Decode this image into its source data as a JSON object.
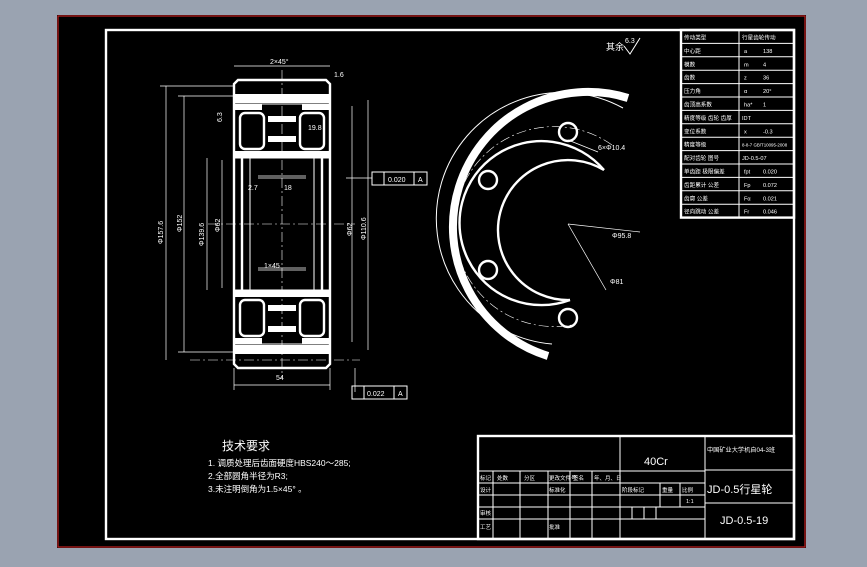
{
  "technical_requirements": {
    "title": "技术要求",
    "items": [
      "1. 调质处理后齿面硬度HBS240～285;",
      "2.全部圆角半径为R3;",
      "3.未注明倒角为1.5×45° 。"
    ]
  },
  "roughness_note": {
    "label": "其余",
    "value": "6.3"
  },
  "parameter_table": {
    "header": [
      "传动类型",
      "行星齿轮传动"
    ],
    "rows": [
      [
        "中心距",
        "a",
        "138"
      ],
      [
        "模数",
        "m",
        "4"
      ],
      [
        "齿数",
        "z",
        "36"
      ],
      [
        "压力角",
        "α",
        "20°"
      ],
      [
        "齿顶高系数",
        "ha*",
        "1"
      ],
      [
        "精度等级 齿轮 齿厚",
        "",
        "IDT"
      ],
      [
        "变位系数",
        "x",
        "-0.3"
      ],
      [
        "精度等级",
        "",
        "8-8-7 GB/T10095-2008"
      ],
      [
        "配对齿轮 图号",
        "",
        "JD-0.5-07"
      ],
      [
        "单齿距 极限偏差",
        "fpt",
        "0.020"
      ],
      [
        "齿距累计 公差",
        "Fp",
        "0.072"
      ],
      [
        "齿廓 公差",
        "Fα",
        "0.021"
      ],
      [
        "径向跳动 公差",
        "Fr",
        "0.046"
      ]
    ]
  },
  "title_block": {
    "material": "40Cr",
    "school": "中国矿业大学机自04-3班",
    "part_name": "JD-0.5行星轮",
    "drawing_no": "JD-0.5-19",
    "row_labels": {
      "mark": "标记",
      "count": "处数",
      "zone": "分区",
      "doc": "更改文件号",
      "sign": "签名",
      "date": "年、月、日"
    },
    "design": "设计",
    "standard": "标准化",
    "check": "审核",
    "process": "工艺",
    "approve": "批准",
    "stage": "阶段标记",
    "weight": "重量",
    "scale": "比例",
    "scale_value": "1:1"
  },
  "dimensions": {
    "chamfer_top": "2×45°",
    "rough_top": "1.6",
    "rough_side": "6.3",
    "groove_w": "19.8",
    "chamfer_inner": "1×45",
    "width": "54",
    "dia_outer": "Φ157.6",
    "dia_152": "Φ152",
    "dia_139": "Φ139.6",
    "dia_bore": "Φ62",
    "dia_110": "Φ110.6",
    "dim_27": "2.7",
    "dim_18": "18",
    "tol_runout_top": "0.020",
    "tol_runout_bottom": "0.022",
    "datum": "A",
    "holes": "6×Φ10.4",
    "pcd": "Φ95.8",
    "dia_81": "Φ81"
  },
  "colors": {
    "paper": "#000000",
    "line": "#ffffff",
    "frame_bg": "#9aa3b1"
  }
}
